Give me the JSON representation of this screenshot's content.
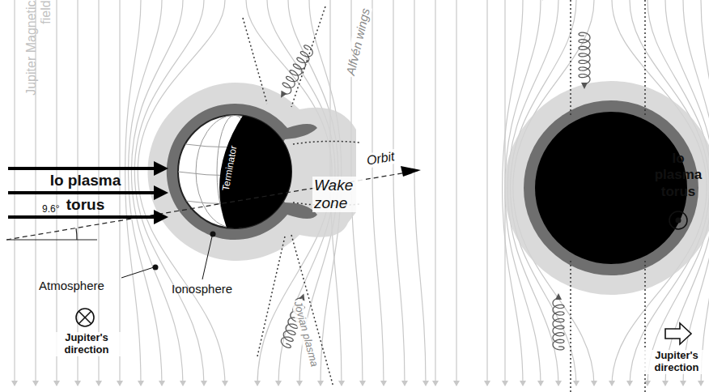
{
  "diagram": {
    "labels": [
      "Jupiter Magnetic field",
      "Io plasma torus",
      "9.6°",
      "Atmosphere",
      "Ionosphere",
      "Terminator",
      "Wake zone",
      "Orbit",
      "Alfvén wings",
      "Jovian plasma",
      "Jupiter's direction",
      "Io plasma torus",
      "Jupiter's direction"
    ]
  }
}
